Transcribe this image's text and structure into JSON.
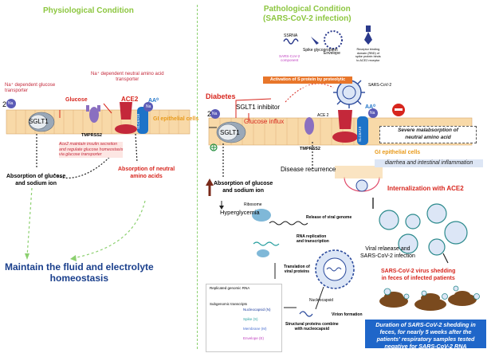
{
  "left": {
    "title": "Physiological Condition",
    "na_glucose_transporter": "Na⁺ dependent glucose\ntransporter",
    "na_amino_transporter": "Na⁺ dependent neutral amino acid\ntransporter",
    "glucose": "Glucose",
    "ace2": "ACE2",
    "aa": "AA⁰",
    "na_count": "2",
    "na_label": "Na",
    "sglt1": "SGLT1",
    "tmprss2": "TMPRSS2",
    "slc6a19": "SLC6A19",
    "gi_cells": "GI epithelial cells",
    "ace2_note": "Ace2 maintain insulin secretion\nand regulate glucose homeostasis\nvia glucose transporter",
    "absorption_glucose": "Absorption of glucose\nand sodium ion",
    "absorption_amino": "Absorption of neutral\namino acids",
    "maintain": "Maintain the fluid and electrolyte\nhomeostasis"
  },
  "right": {
    "title": "Pathological Condition\n(SARS-CoV-2 infection)",
    "ssrna": "SSRNA",
    "sars_component": "SARS-CoV-2\ncomponent",
    "spike": "Spike glycoproptein",
    "envelope": "Envelope",
    "rbd": "Receptor binding\ndomain (RBD) of\nspike protein binds\nto ACE2 receptor",
    "activation": "Activation of S protein by proteolytic cleavage",
    "sars_label": "SARS-CoV-2",
    "diabetes": "Diabetes",
    "sglt1_inhibitor": "SGLT1 inhibitor",
    "glucose_influx": "Glucose influx",
    "ace2": "ACE 2",
    "aa": "AA⁰",
    "na_count": "2",
    "na_label": "Na",
    "sglt1": "SGLT1",
    "tmprss2": "TMPRSS2",
    "slc6a19": "SLC6A19",
    "severe": "Severe malabsorption of\nneutral amino acid",
    "gi_cells": "GI epithelial cells",
    "diarrhea": "diarrhea and intestinal inflammation",
    "disease_recurrence": "Disease recurrence",
    "absorption_glucose": "Absorption of glucose\nand sodium ion",
    "hyperglycemia": "Hyperglycemia",
    "internalization": "Internalization with ACE2",
    "ribosome": "Ribosome",
    "release": "Release of viral genome",
    "rna_replication": "RNA replication\nand transcription",
    "translation": "Translation of\nviral proteins",
    "viral_release": "Viral relaease and\nSARS-CoV-2 infection",
    "shedding": "SARS-CoV-2 virus shedding\nin feces of infected patients",
    "nucleocapsid": "Nucleocapsid",
    "virion": "Virion formation",
    "structural": "Structural proteins combine\nwith nucleocapsid",
    "duration": "Duration of SARS-CoV-2 shedding in feces, for nearly 5 weeks after the patients' respiratory samples tested negative for SARS-CoV-2 RNA",
    "legend": {
      "title1": "Replicated genomic RNA",
      "title2": "Subgenomic transcripts",
      "items": [
        {
          "label": "Nucleocapsid (N)",
          "color": "#1f3f9f"
        },
        {
          "label": "Spike (S)",
          "color": "#2aa0a0"
        },
        {
          "label": "Membrane (M)",
          "color": "#4a6fd0"
        },
        {
          "label": "Envelope (E)",
          "color": "#c040c0"
        }
      ]
    }
  }
}
